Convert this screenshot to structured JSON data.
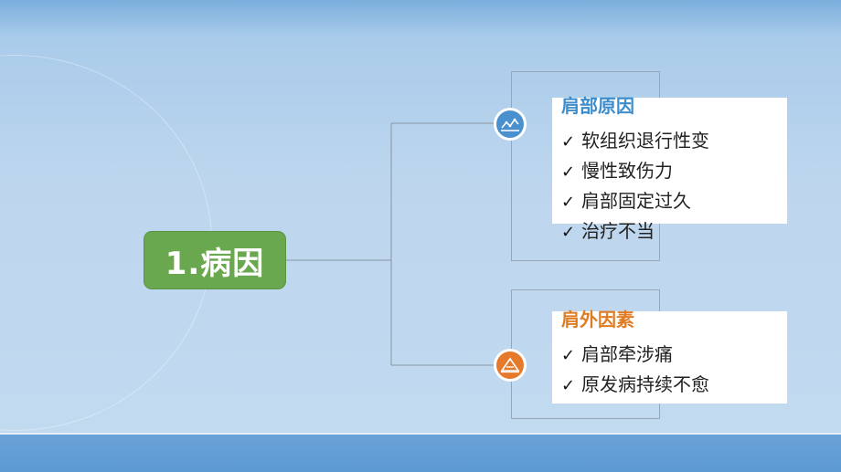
{
  "root": {
    "label": "1.病因"
  },
  "branches": [
    {
      "title": "肩部原因",
      "icon": "line-chart-icon",
      "accent": "#4a90cf",
      "items": [
        "软组织退行性变",
        "慢性致伤力",
        "肩部固定过久",
        "治疗不当"
      ]
    },
    {
      "title": "肩外因素",
      "icon": "triangle-warning-icon",
      "accent": "#e57a2c",
      "items": [
        "肩部牵涉痛",
        "原发病持续不愈"
      ]
    }
  ],
  "check_mark": "✓"
}
